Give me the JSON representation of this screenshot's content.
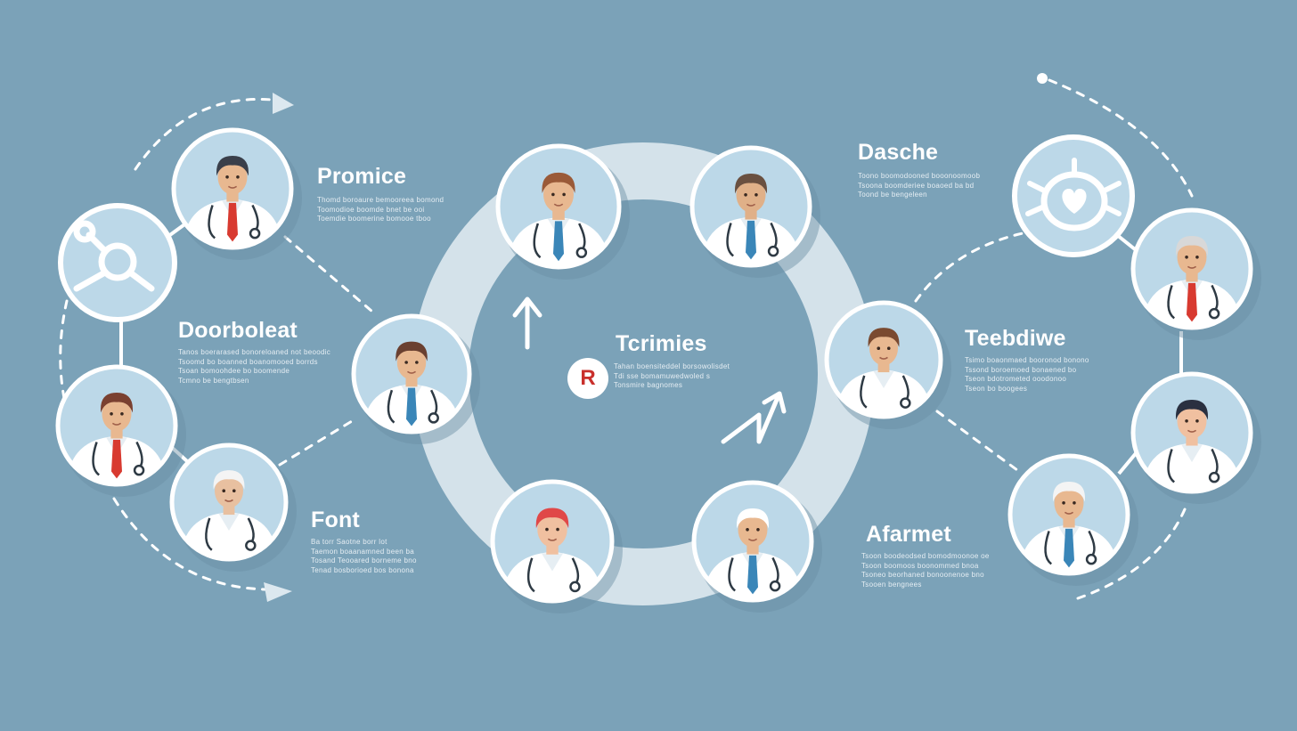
{
  "colors": {
    "background": "#7ba2b8",
    "ring": "#d4e2ea",
    "avatar_bg": "#bcd8e8",
    "avatar_border": "#ffffff",
    "text": "#ffffff",
    "accent_red": "#c9302c"
  },
  "center": {
    "badge": "R",
    "title": "Tcrimies",
    "lines": [
      "Tahan boensiteddel borsowolisdet",
      "Tdi sse bomamuwedwoled s",
      "Tonsmire bagnomes"
    ]
  },
  "blocks": {
    "promice": {
      "title": "Promice",
      "lines": [
        "Thomd boroaure bemooreea bomond",
        "Toomodioe boomde bnet be ooi",
        "Toemdie boomerine bomooe tboo"
      ]
    },
    "doorboleat": {
      "title": "Doorboleat",
      "lines": [
        "Tanos boerarased bonoreloaned not beoodic",
        "Tsoomd bo boanned boanomooed borrds",
        "Tsoan bomoohdee bo boomende",
        "Tcmno be bengtbsen"
      ]
    },
    "font": {
      "title": "Font",
      "lines": [
        "Ba torr Saotne borr lot",
        "Taemon boaanamned been ba",
        "Tosand Teooared borneme bno",
        "Tenad bosborioed bos bonona"
      ]
    },
    "dasche": {
      "title": "Dasche",
      "lines": [
        "Toono boomodooned booonoomoob",
        "Tsoona boomderiee boaoed ba bd",
        "Toond be bengeleen"
      ]
    },
    "teebdiwe": {
      "title": "Teebdiwe",
      "lines": [
        "Tsimo boaonmaed booronod bonono",
        "Tssond boroemoed bonaened bo",
        "Tseon bdotrometed ooodonoo",
        "Tseon bo boogees"
      ]
    },
    "afarmet": {
      "title": "Afarmet",
      "lines": [
        "Tsoon boodeodsed bomodmoonoe oe",
        "Tsoon boomoos boonommed bnoa",
        "Tsoneo beorhaned bonoonenoe bno",
        "Tsooen bengnees"
      ]
    }
  },
  "icons": [
    "molecule-icon",
    "heart-bug-icon",
    "arrow-up-icon",
    "zigzag-arrow-icon"
  ],
  "avatars": [
    {
      "name": "doctor-bearded-red-tie",
      "tie": "#d83a30",
      "hair": "#3a3f4a",
      "skin": "#e8b890"
    },
    {
      "name": "doctor-woman-long-hair",
      "tie": "#d83a30",
      "hair": "#7a4030",
      "skin": "#e8b890"
    },
    {
      "name": "doctor-white-hair",
      "tie": "none",
      "hair": "#f4f4f4",
      "skin": "#e8c0a0"
    },
    {
      "name": "doctor-young-blue-tie",
      "tie": "#3a86b8",
      "hair": "#6a4030",
      "skin": "#e8b890"
    },
    {
      "name": "doctor-center-top-left",
      "tie": "#3a86b8",
      "hair": "#9a5a38",
      "skin": "#e8b890"
    },
    {
      "name": "doctor-center-top-right-beard",
      "tie": "#3a86b8",
      "hair": "#6a5040",
      "skin": "#e0b088"
    },
    {
      "name": "doctor-center-right-woman",
      "tie": "none",
      "hair": "#7a4a30",
      "skin": "#e8b890"
    },
    {
      "name": "doctor-center-bottom-right-old",
      "tie": "#3a86b8",
      "hair": "#ffffff",
      "skin": "#e8b890"
    },
    {
      "name": "doctor-center-bottom-left-redhair",
      "tie": "none",
      "hair": "#e04848",
      "skin": "#f0c0a0"
    },
    {
      "name": "doctor-right-glasses-old",
      "tie": "#d83a30",
      "hair": "#d8d8d8",
      "skin": "#e8b890"
    },
    {
      "name": "doctor-right-dark-hair",
      "tie": "none",
      "hair": "#2a3040",
      "skin": "#f0c0a0"
    },
    {
      "name": "doctor-right-bottom-old",
      "tie": "#3a86b8",
      "hair": "#f4f4f4",
      "skin": "#e8b890"
    }
  ]
}
